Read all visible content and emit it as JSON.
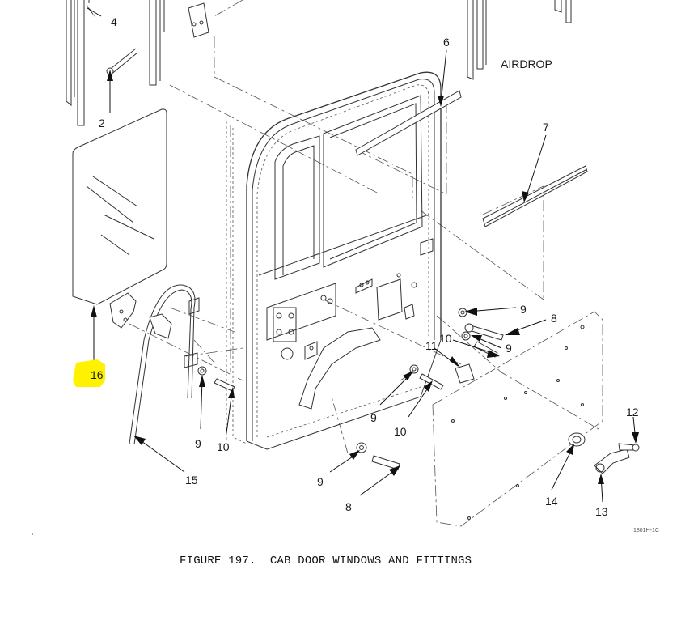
{
  "figure": {
    "caption": "FIGURE 197.  CAB DOOR WINDOWS AND FITTINGS",
    "note": "AIRDROP",
    "drawing_code": "1801H-1C",
    "highlight_color": "#fff200",
    "callouts": {
      "c2": "2",
      "c4": "4",
      "c6": "6",
      "c7": "7",
      "c8a": "8",
      "c8b": "8",
      "c9a": "9",
      "c9b": "9",
      "c9c": "9",
      "c9d": "9",
      "c9e": "9",
      "c10a": "10",
      "c10b": "10",
      "c10c": "10",
      "c11": "11",
      "c12": "12",
      "c13": "13",
      "c14": "14",
      "c15": "15",
      "c16": "16"
    }
  }
}
